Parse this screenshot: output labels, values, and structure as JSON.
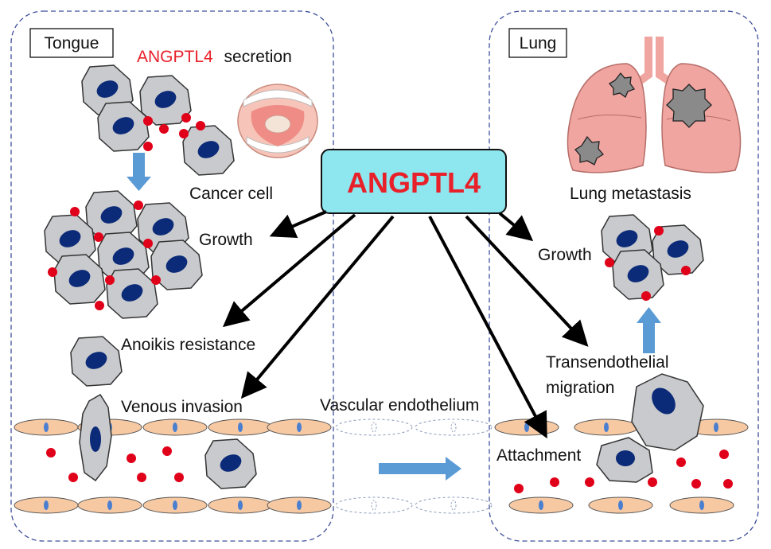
{
  "regions": {
    "tongue": "Tongue",
    "lung": "Lung"
  },
  "secretion": {
    "gene": "ANGPTL4",
    "word": "secretion"
  },
  "center": {
    "label": "ANGPTL4"
  },
  "labels": {
    "cancer_cell": "Cancer cell",
    "growth_left": "Growth",
    "anoikis": "Anoikis resistance",
    "venous": "Venous invasion",
    "vascular": "Vascular endothelium",
    "lung_metastasis": "Lung metastasis",
    "growth_right": "Growth",
    "transendothelial_1": "Transendothelial",
    "transendothelial_2": "migration",
    "attachment": "Attachment"
  },
  "colors": {
    "gene_red": "#e8202a",
    "center_fill": "#8ee6ee",
    "cell_fill": "#c9cacd",
    "nucleus": "#0b2a78",
    "droplet": "#e00019",
    "endothelial": "#f7c9a3",
    "endo_nucleus": "#4a7fd0",
    "flow_arrow": "#5b9bd5",
    "region_border": "#3f4f9a",
    "lung_fill": "#f0a5a0"
  },
  "icons": {
    "mouth": "mouth-lesion-icon",
    "lung": "lungs-icon"
  }
}
